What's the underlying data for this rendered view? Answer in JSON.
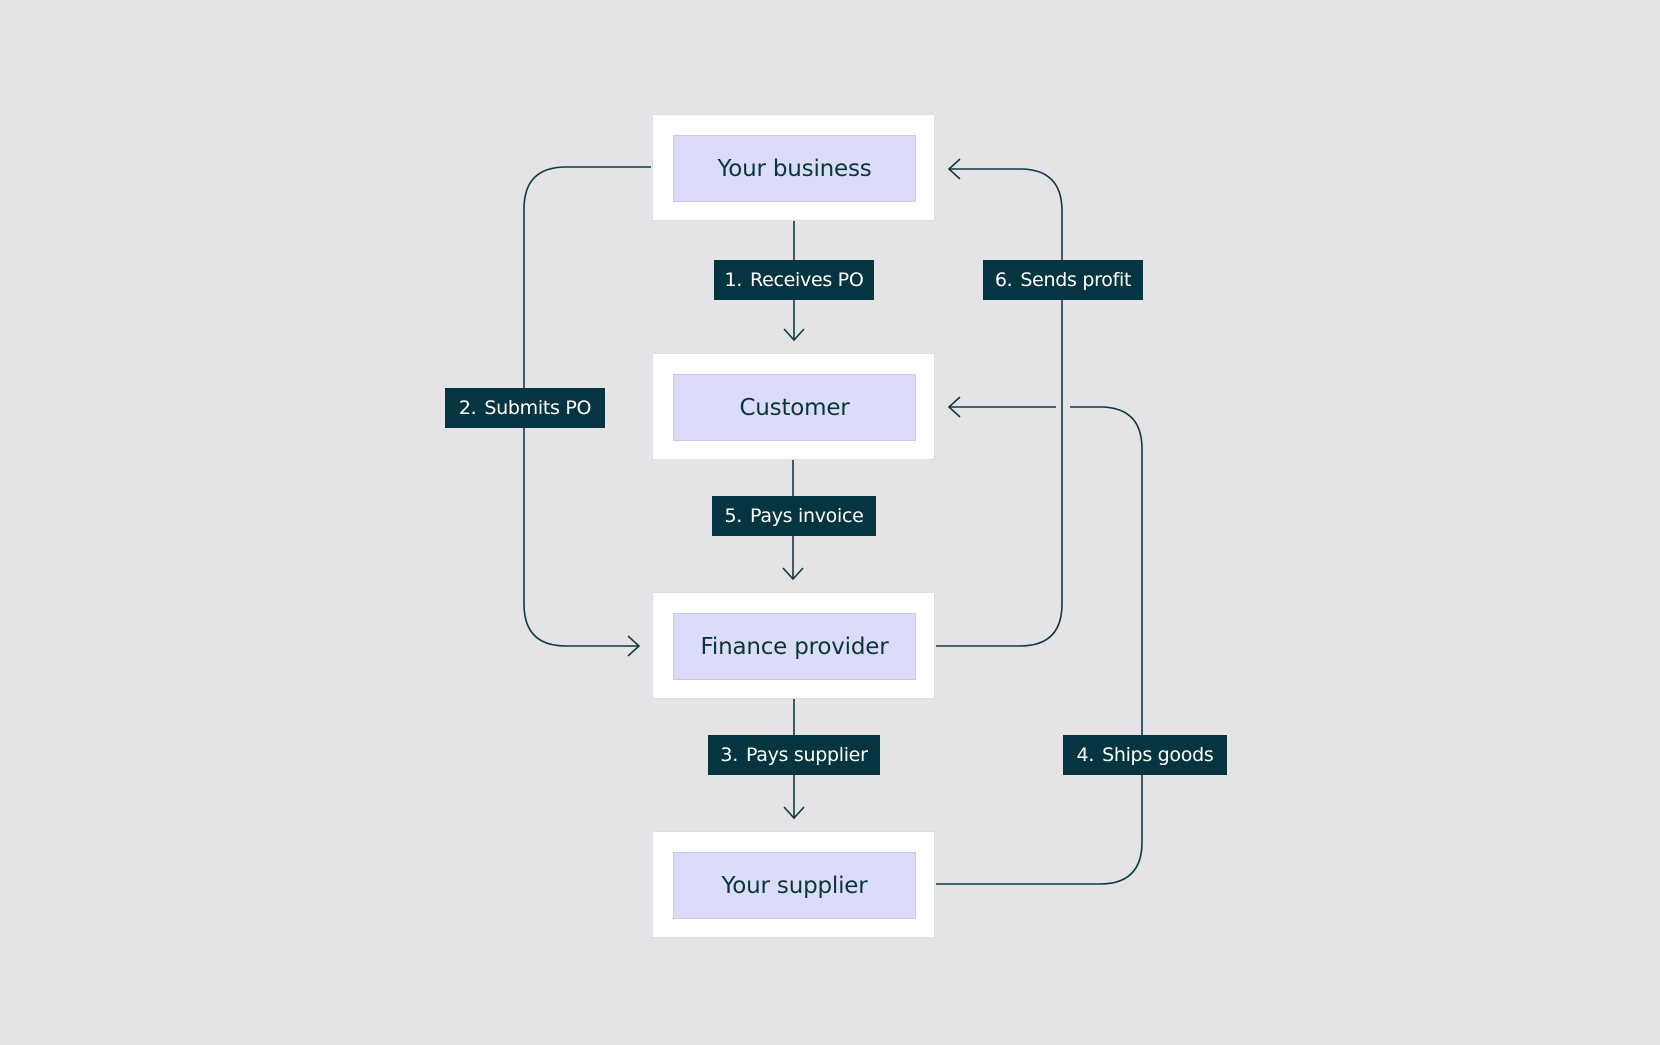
{
  "colors": {
    "background": "#e4e4e6",
    "node_outer": "#ffffff",
    "node_inner": "#dbdcf8",
    "label_bg": "#053540",
    "line": "#0e3a45",
    "text_dark": "#0a3540"
  },
  "nodes": {
    "business": {
      "label": "Your business"
    },
    "customer": {
      "label": "Customer"
    },
    "finance": {
      "label": "Finance provider"
    },
    "supplier": {
      "label": "Your supplier"
    }
  },
  "edges": {
    "receives_po": {
      "number": "1.",
      "text": "Receives PO"
    },
    "submits_po": {
      "number": "2.",
      "text": "Submits PO"
    },
    "pays_supplier": {
      "number": "3.",
      "text": "Pays supplier"
    },
    "ships_goods": {
      "number": "4.",
      "text": "Ships goods"
    },
    "pays_invoice": {
      "number": "5.",
      "text": "Pays invoice"
    },
    "sends_profit": {
      "number": "6.",
      "text": "Sends profit"
    }
  }
}
